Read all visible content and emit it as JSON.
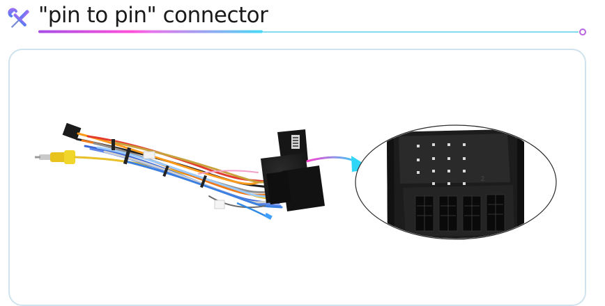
{
  "header": {
    "title": "\"pin to pin\" connector",
    "icon": "tools-icon"
  },
  "colors": {
    "title_text": "#1a1a1a",
    "underline_gradient": [
      "#a64de6",
      "#ff4fd8",
      "#46d9f5"
    ],
    "card_border": "#cfe3ee",
    "arrow_gradient": [
      "#ff3fd2",
      "#2fd6f7"
    ]
  },
  "content": {
    "image_subject": "car stereo wiring harness with quadlock connector",
    "detail_label": "connector pin face close-up",
    "connector_marking": "2"
  }
}
